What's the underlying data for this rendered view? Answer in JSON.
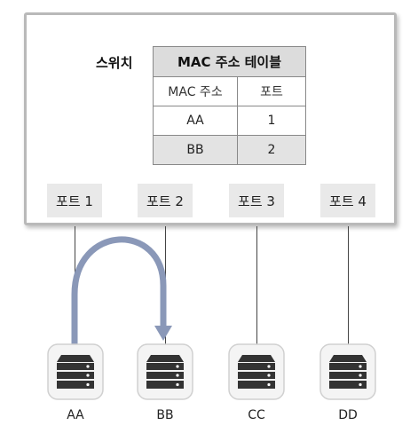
{
  "switch": {
    "label": "스위치",
    "table": {
      "title": "MAC 주소 테이블",
      "headers": [
        "MAC 주소",
        "포트"
      ],
      "rows": [
        {
          "mac": "AA",
          "port": "1"
        },
        {
          "mac": "BB",
          "port": "2"
        }
      ]
    },
    "ports": [
      "포트 1",
      "포트 2",
      "포트 3",
      "포트 4"
    ]
  },
  "hosts": [
    "AA",
    "BB",
    "CC",
    "DD"
  ],
  "colors": {
    "frame_border": "#b9b9b9",
    "table_title_bg": "#dcdcdc",
    "port_bg": "#e9e9e9",
    "arrow": "#8a98b8",
    "server_body": "#333333"
  },
  "icons": [
    "server-icon"
  ]
}
